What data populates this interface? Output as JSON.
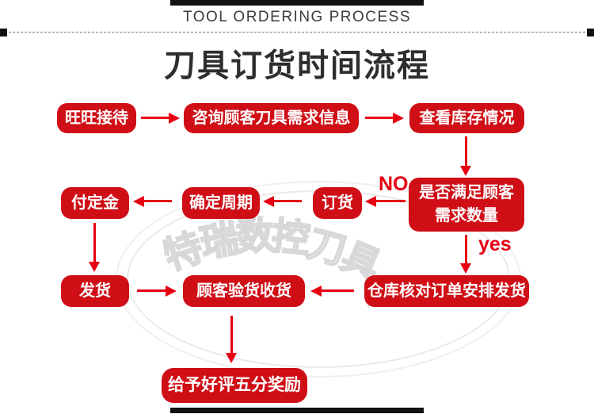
{
  "header": {
    "eng_title": "TOOL ORDERING PROCESS",
    "cn_title": "刀具订货时间流程"
  },
  "watermark": {
    "text": "特瑞数控刀具",
    "chars": [
      "特",
      "瑞",
      "数",
      "控",
      "刀",
      "具"
    ]
  },
  "flow": {
    "nodes": {
      "wangwang": "旺旺接待",
      "consult": "咨询顾客刀具需求信息",
      "check_stock": "查看库存情况",
      "pay_deposit": "付定金",
      "confirm_cycle": "确定周期",
      "order": "订货",
      "satisfy": "是否满足顾客需求数量",
      "ship": "发货",
      "inspect": "顾客验货收货",
      "warehouse": "仓库核对订单安排发货",
      "reward": "给予好评五分奖励"
    },
    "branch_labels": {
      "no": "NO",
      "yes": "yes"
    }
  },
  "colors": {
    "box_red": "#cf0e16",
    "arrow_red": "#e60012",
    "title_black": "#2e2e2e",
    "bar_black": "#121212"
  }
}
